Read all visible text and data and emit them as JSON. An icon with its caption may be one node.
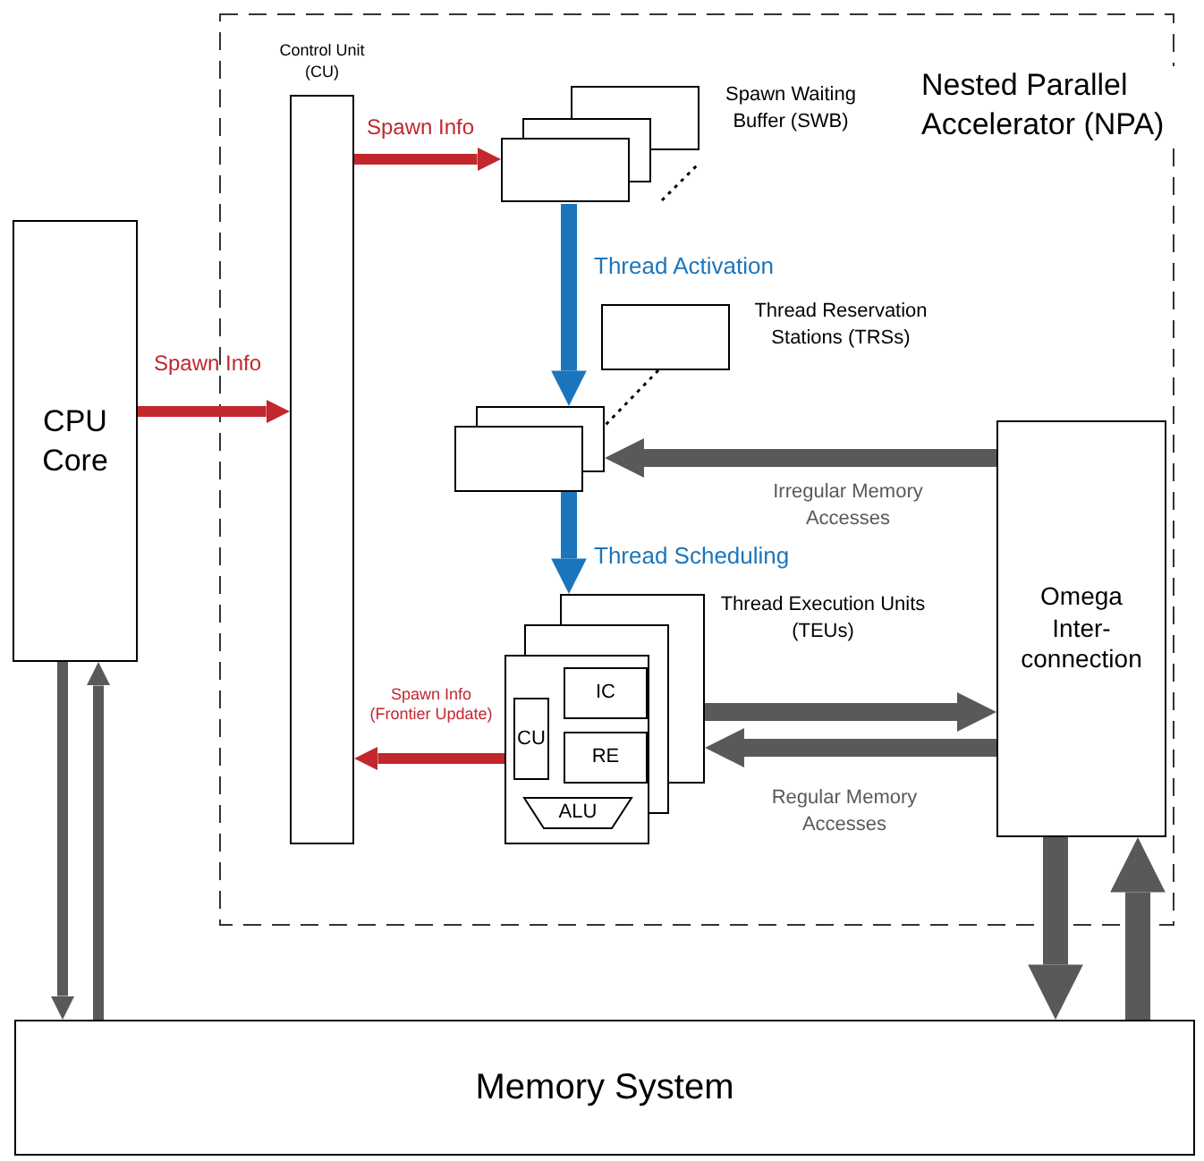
{
  "diagram": {
    "nodes": [
      {
        "text": [
          "CPU Core"
        ]
      },
      {
        "text": [
          "Nested Parallel Accelerator (NPA)"
        ]
      },
      {
        "text": [],
        "shape": "box",
        "in": 1,
        "beside": [
          "Control Unit (CU)"
        ]
      },
      {
        "text": [],
        "shape": "box",
        "in": 1,
        "beside": [
          "Spawn Waiting Buffer (SWB)"
        ]
      },
      {
        "text": [],
        "shape": "box",
        "in": 1,
        "beside": [
          "Thread Reservation Stations (TRSs)"
        ]
      },
      {
        "text": [],
        "shape": "box",
        "in": 1
      },
      {
        "text": [],
        "shape": "box",
        "in": 1,
        "beside": [
          "Thread Execution Units (TEUs)"
        ]
      },
      {
        "text": [
          "CU"
        ],
        "in": 6
      },
      {
        "text": [
          "IC"
        ],
        "in": 6
      },
      {
        "text": [
          "RE"
        ],
        "in": 6
      },
      {
        "text": [
          "ALU"
        ],
        "in": 6
      },
      {
        "text": [
          "Omega Inter-connection"
        ],
        "in": 1
      },
      {
        "text": [
          "Memory System"
        ]
      }
    ],
    "edges": [
      {
        "from": 0,
        "to": 2,
        "arrow": "to",
        "label": "Spawn Info",
        "color": "#c1272d"
      },
      {
        "from": 2,
        "to": 3,
        "arrow": "to",
        "label": "Spawn Info",
        "color": "#c1272d"
      },
      {
        "from": 3,
        "to": 5,
        "arrow": "to",
        "label": "Thread Activation",
        "color": "#1b75bc"
      },
      {
        "from": 4,
        "to": 5,
        "arrow": "none",
        "style": "dashed",
        "color": "#000000"
      },
      {
        "from": 5,
        "to": 6,
        "arrow": "to",
        "label": "Thread Scheduling",
        "color": "#1b75bc"
      },
      {
        "from": 11,
        "to": 5,
        "arrow": "to",
        "label": "Irregular Memory Accesses",
        "color": "#595959"
      },
      {
        "from": 6,
        "to": 11,
        "arrow": "to",
        "color": "#595959"
      },
      {
        "from": 11,
        "to": 6,
        "arrow": "to",
        "label": "Regular Memory Accesses",
        "color": "#595959"
      },
      {
        "from": 6,
        "to": 2,
        "arrow": "to",
        "label": "Spawn Info (Frontier Update)",
        "color": "#c1272d"
      },
      {
        "from": 0,
        "to": 12,
        "arrow": "to",
        "color": "#595959"
      },
      {
        "from": 12,
        "to": 0,
        "arrow": "to",
        "color": "#595959"
      },
      {
        "from": 11,
        "to": 12,
        "arrow": "to",
        "color": "#595959"
      },
      {
        "from": 12,
        "to": 11,
        "arrow": "to",
        "color": "#595959"
      }
    ]
  }
}
